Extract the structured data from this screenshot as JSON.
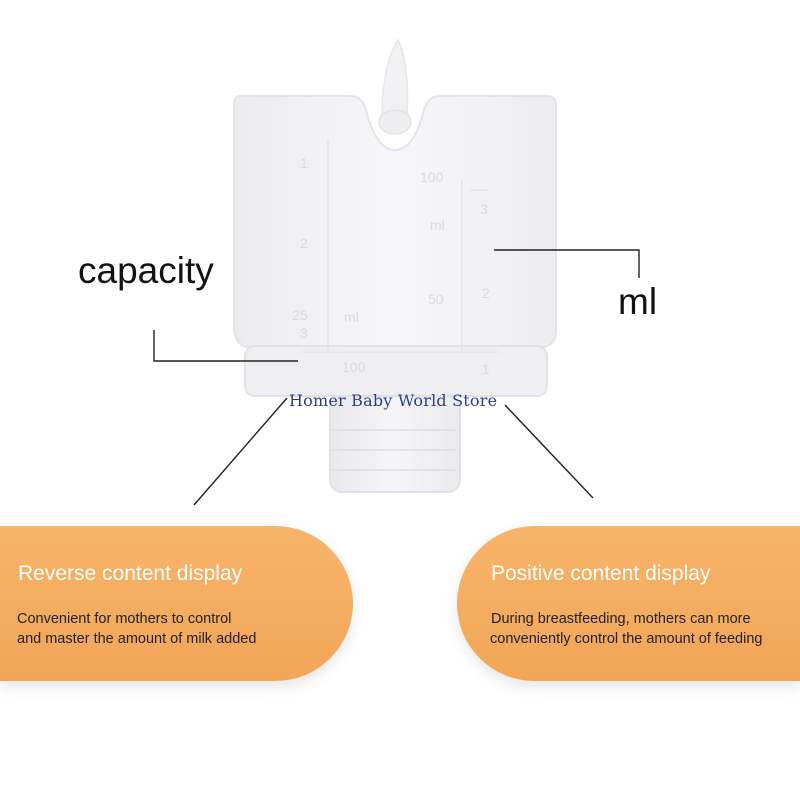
{
  "labels": {
    "capacity": "capacity",
    "unit": "ml"
  },
  "watermark": "Homer Baby World Store",
  "cup_markings": {
    "left_side": [
      "1",
      "2",
      "3",
      "25",
      "ml",
      "100"
    ],
    "center": [
      "100",
      "ml",
      "50"
    ],
    "right_side": [
      "3",
      "2",
      "1"
    ]
  },
  "panels": {
    "reverse": {
      "title": "Reverse content display",
      "line1": "Convenient for mothers to control",
      "line2": "and master the amount of milk added"
    },
    "positive": {
      "title": "Positive content display",
      "line1": "During breastfeeding, mothers can more",
      "line2": "conveniently control the amount of feeding"
    }
  },
  "colors": {
    "panel_orange": "#f2a557",
    "panel_title_text": "#ffffff",
    "panel_body_text": "#222222",
    "watermark_text": "#2a3f8f",
    "cup_plastic": "#f4f4f6"
  }
}
